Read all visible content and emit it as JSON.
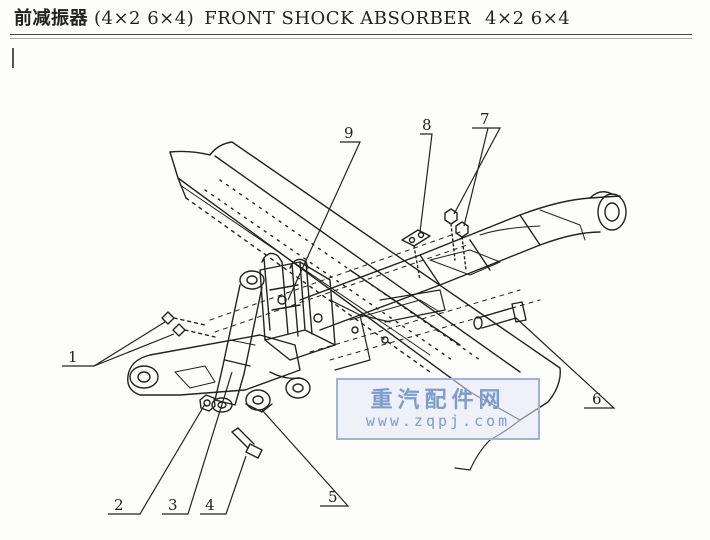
{
  "header": {
    "title_zh": "前减振器",
    "config": "(4×2 6×4)",
    "title_en": "FRONT SHOCK ABSORBER",
    "config_repeat": "4×2  6×4"
  },
  "callouts": [
    {
      "id": "1",
      "label": "1"
    },
    {
      "id": "2",
      "label": "2"
    },
    {
      "id": "3",
      "label": "3"
    },
    {
      "id": "4",
      "label": "4"
    },
    {
      "id": "5",
      "label": "5"
    },
    {
      "id": "6",
      "label": "6"
    },
    {
      "id": "7",
      "label": "7"
    },
    {
      "id": "8",
      "label": "8"
    },
    {
      "id": "9",
      "label": "9"
    }
  ],
  "watermark": {
    "chinese": "重汽配件网",
    "url": "www.zqpj.com"
  },
  "colors": {
    "ink": "#222222",
    "watermark": "#7f9ccc"
  }
}
